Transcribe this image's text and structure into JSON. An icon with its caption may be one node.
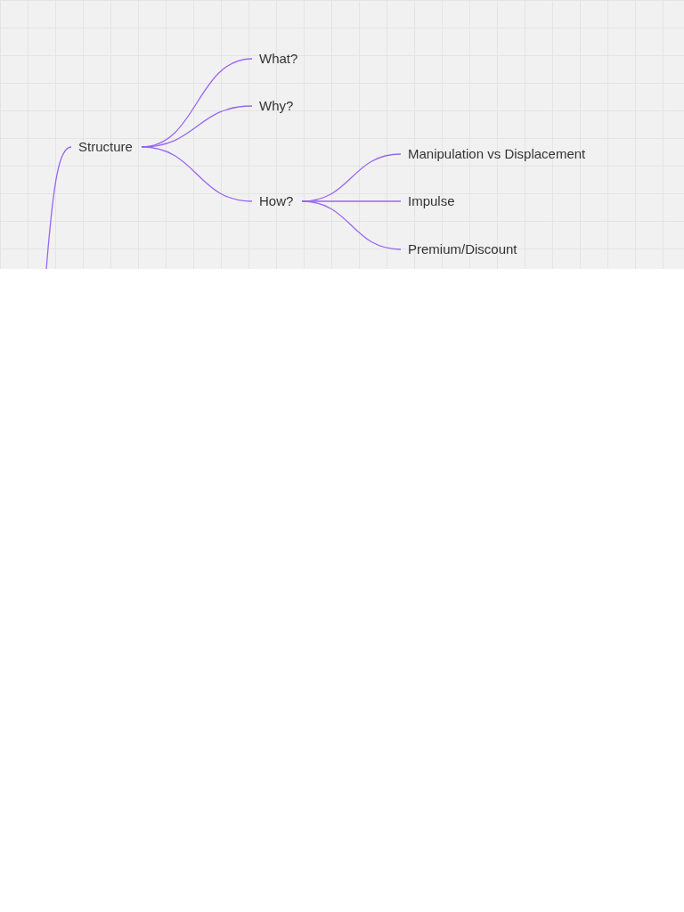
{
  "diagram": {
    "nodes": [
      {
        "text": [
          "Structure"
        ]
      },
      {
        "text": [
          "What?"
        ]
      },
      {
        "text": [
          "Why?"
        ]
      },
      {
        "text": [
          "How?"
        ]
      },
      {
        "text": [
          "Manipulation vs Displacement"
        ]
      },
      {
        "text": [
          "Impulse"
        ]
      },
      {
        "text": [
          "Premium/Discount"
        ]
      }
    ],
    "edges": [
      {
        "from": null,
        "to": 0,
        "arrow": "none"
      },
      {
        "from": 0,
        "to": 1,
        "arrow": "none"
      },
      {
        "from": 0,
        "to": 2,
        "arrow": "none"
      },
      {
        "from": 0,
        "to": 3,
        "arrow": "none"
      },
      {
        "from": 3,
        "to": 4,
        "arrow": "none"
      },
      {
        "from": 3,
        "to": 5,
        "arrow": "none"
      },
      {
        "from": 3,
        "to": 6,
        "arrow": "none"
      }
    ]
  }
}
